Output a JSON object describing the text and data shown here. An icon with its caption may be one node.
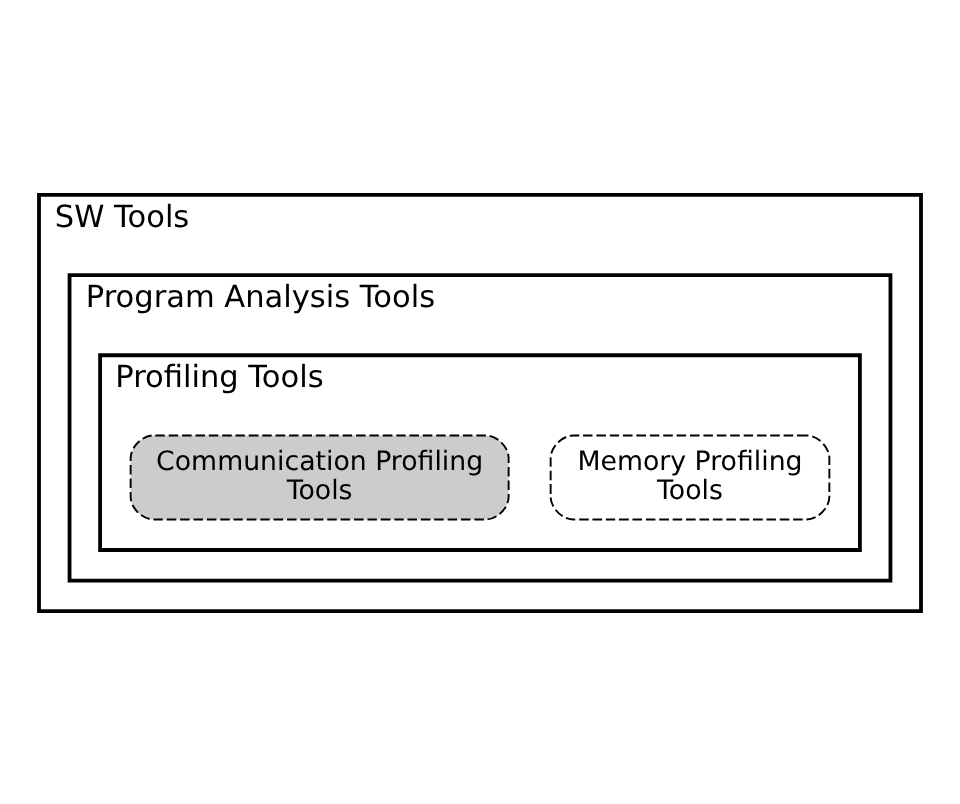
{
  "diagram": {
    "nodes": [
      {
        "text": [
          "SW Tools"
        ]
      },
      {
        "text": [
          "Program Analysis Tools"
        ],
        "in": 0
      },
      {
        "text": [
          "Profiling Tools"
        ],
        "in": 1
      },
      {
        "text": [
          "Memory Profiling Tools"
        ],
        "in": 2
      },
      {
        "text": [
          "Communication Profiling Tools"
        ],
        "in": 2
      }
    ]
  }
}
